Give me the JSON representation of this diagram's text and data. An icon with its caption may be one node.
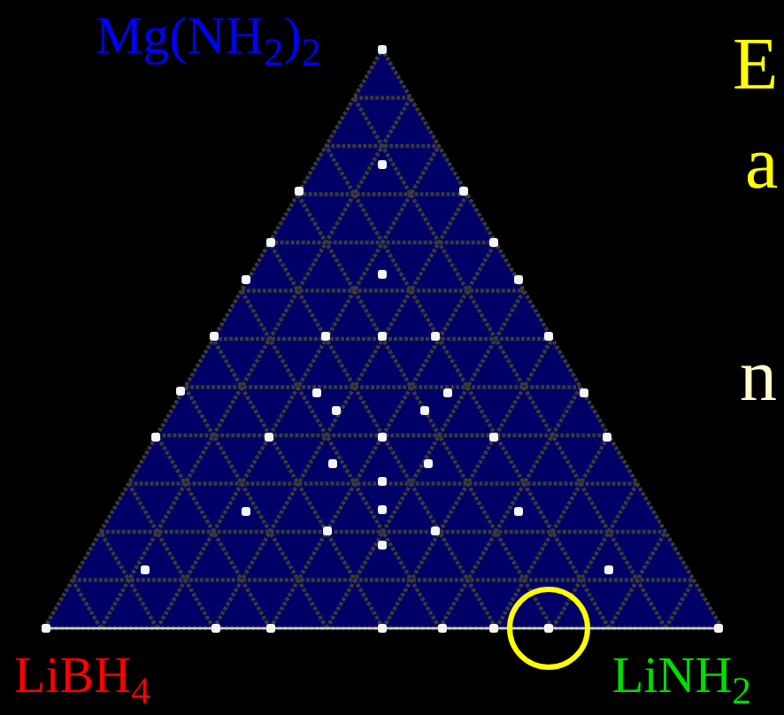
{
  "diagram": {
    "labels": [
      "Mg(NH$_{2}$)$_{2}$",
      "LiBH$_{4}$",
      "LiNH$_{2}$",
      "E",
      "a",
      "n"
    ]
  }
}
